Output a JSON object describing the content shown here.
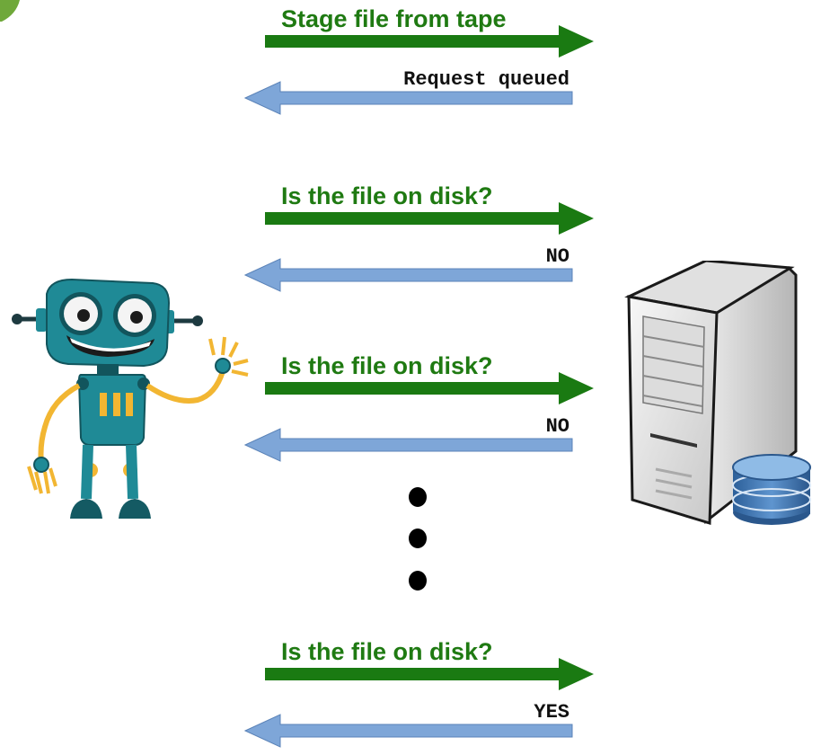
{
  "exchanges": [
    {
      "request": "Stage file from tape",
      "response": "Request queued"
    },
    {
      "request": "Is the file on disk?",
      "response": "NO"
    },
    {
      "request": "Is the file on disk?",
      "response": "NO"
    },
    {
      "request": "Is the file on disk?",
      "response": "YES"
    }
  ],
  "colors": {
    "request_arrow": "#1a7a12",
    "response_arrow": "#7ea6d8",
    "response_arrow_stroke": "#5b83b8",
    "request_text": "#1f7a12",
    "robot_body": "#1f8a96",
    "robot_limbs": "#f2b632"
  },
  "icons": {
    "client": "robot-icon",
    "server": "server-tower-icon",
    "storage": "database-cylinder-icon",
    "continuation": "ellipsis-vertical-dots"
  }
}
